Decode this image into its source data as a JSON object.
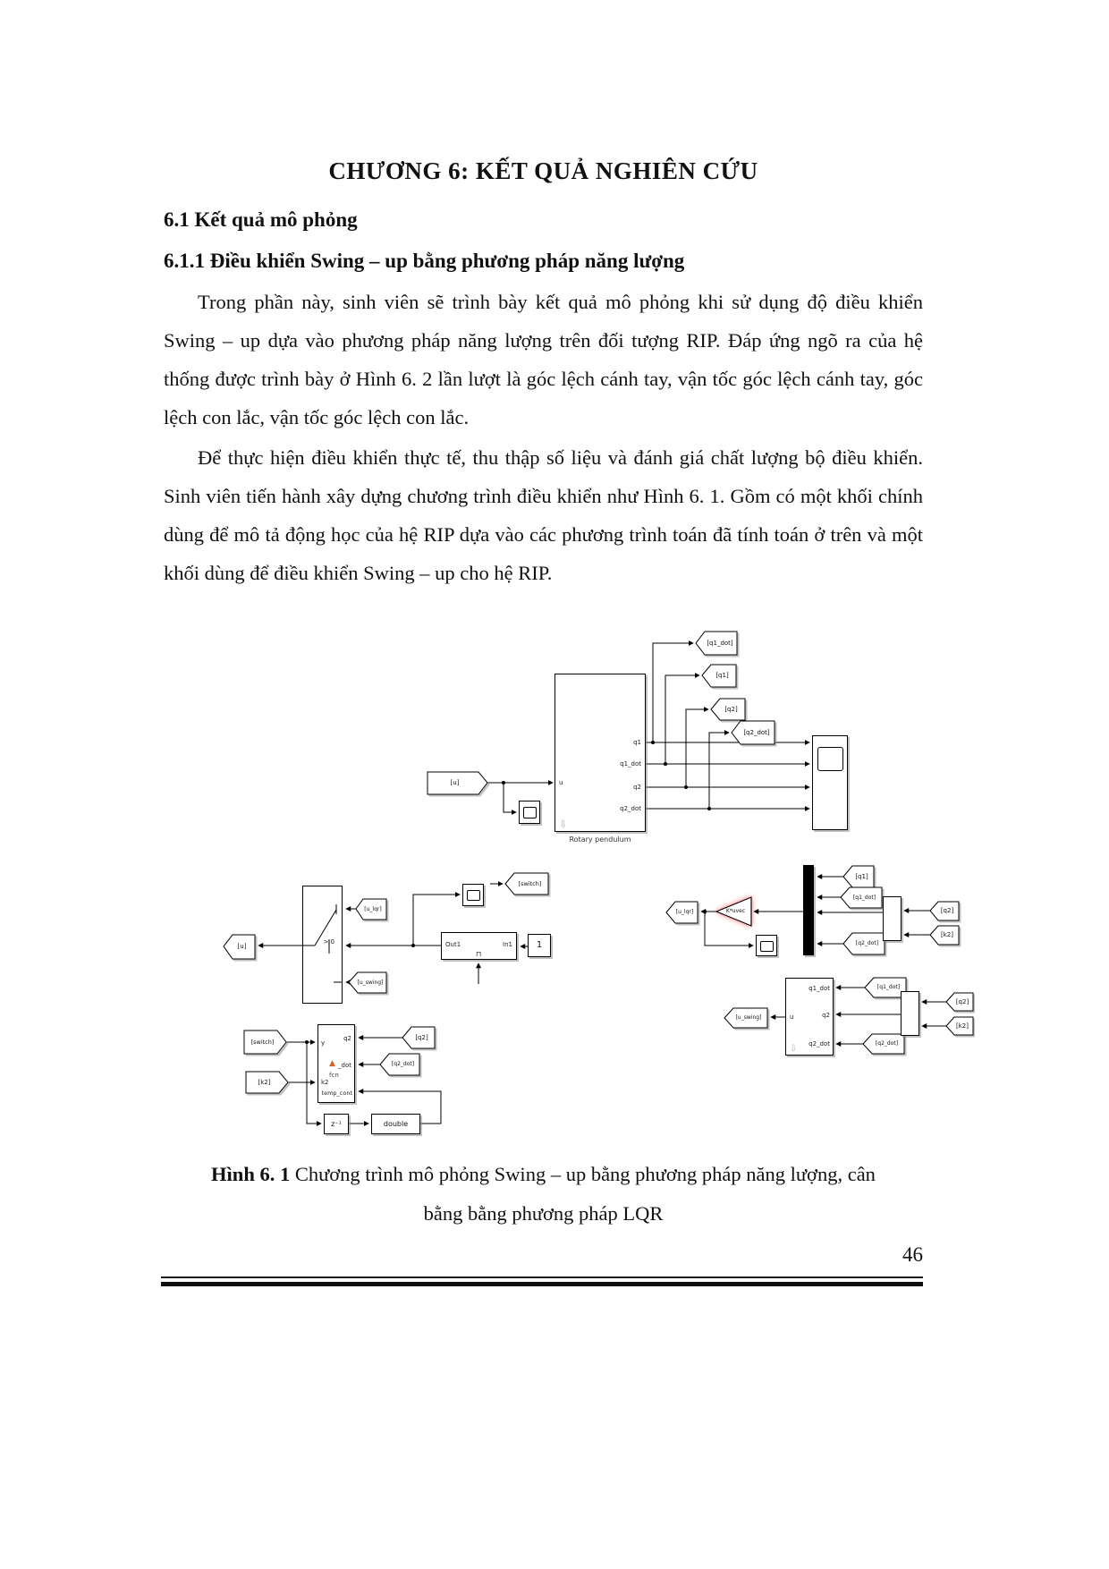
{
  "document": {
    "chapter_title": "CHƯƠNG 6: KẾT QUẢ NGHIÊN CỨU",
    "section_heading": "6.1 Kết quả mô phỏng",
    "subsection_heading": "6.1.1 Điều khiển Swing – up bằng phương pháp năng lượng",
    "paragraph_1": "Trong phần này, sinh viên sẽ trình bày kết quả mô phỏng khi sử dụng độ điều khiển Swing – up dựa vào phương pháp năng lượng trên đối tượng RIP. Đáp ứng ngõ ra của hệ thống được trình bày ở Hình 6. 2 lần lượt là góc lệch cánh tay, vận tốc góc lệch cánh tay, góc lệch con lắc, vận tốc góc lệch con lắc.",
    "paragraph_2": "Để thực hiện điều khiển thực tế, thu thập số liệu và đánh giá chất lượng bộ điều khiển. Sinh viên tiến hành xây dựng chương trình điều khiển như Hình 6. 1. Gồm có một khối chính dùng để mô tả động học của hệ RIP dựa vào các phương trình toán đã tính toán ở trên và một khối dùng để điều khiển Swing – up cho hệ RIP.",
    "figure_caption_label": "Hình 6. 1",
    "figure_caption_text": " Chương trình mô phỏng Swing – up bằng phương pháp năng lượng, cân",
    "figure_caption_line2": "bằng bằng phương pháp LQR",
    "page_number": "46"
  },
  "diagram": {
    "blocks": {
      "rotary_pendulum_label": "Rotary pendulum",
      "rotary_port_u": "u",
      "rotary_port_q1": "q1",
      "rotary_port_q1dot": "q1_dot",
      "rotary_port_q2": "q2",
      "rotary_port_q2dot": "q2_dot",
      "switch_condition": "> 0",
      "out1_label": "Out1",
      "in1_label": "In1",
      "constant_one": "1",
      "fcn_name": "fcn",
      "fcn_port_y": "y",
      "fcn_port_k2": "k2",
      "fcn_port_q2": "q2",
      "fcn_port_q2dot": "_dot",
      "fcn_port_temp": "temp_cont",
      "unit_delay": "z⁻¹",
      "data_type_conversion": "double",
      "gain_label": "K*uvec",
      "swing_port_u": "u",
      "swing_port_q1dot": "q1_dot",
      "swing_port_q2": "q2",
      "swing_port_q2dot": "q2_dot"
    },
    "tags": {
      "goto_q1dot_top": "[q1_dot]",
      "goto_q1_top": "[q1]",
      "goto_q2_top": "[q2]",
      "goto_q2dot_top": "[q2_dot]",
      "from_u": "[u]",
      "goto_u": "[u]",
      "from_u_lqr": "[u_lqr]",
      "from_u_swing": "[u_swing]",
      "goto_switch": "[switch]",
      "from_switch": "[switch]",
      "from_k2": "[k2]",
      "from_q2_fcn": "[q2]",
      "from_q2dot_fcn": "[q2_dot]",
      "from_q1_mux": "[q1]",
      "from_q1dot_mux": "[q1_dot]",
      "from_q2dot_mux": "[q2_dot]",
      "goto_u_lqr": "[u_lqr]",
      "from_q2_k": "[q2]",
      "from_k2_k": "[k2]",
      "goto_u_swing": "[u_swing]",
      "from_q1dot_swing": "[q1_dot]",
      "from_q2dot_swing": "[q2_dot]",
      "from_q2_mux2": "[q2]",
      "from_k2_mux2": "[k2]"
    },
    "icons": {
      "subsystem_arrow": "⇩",
      "pulse": "⊓",
      "matlab_logo": "▲"
    }
  }
}
